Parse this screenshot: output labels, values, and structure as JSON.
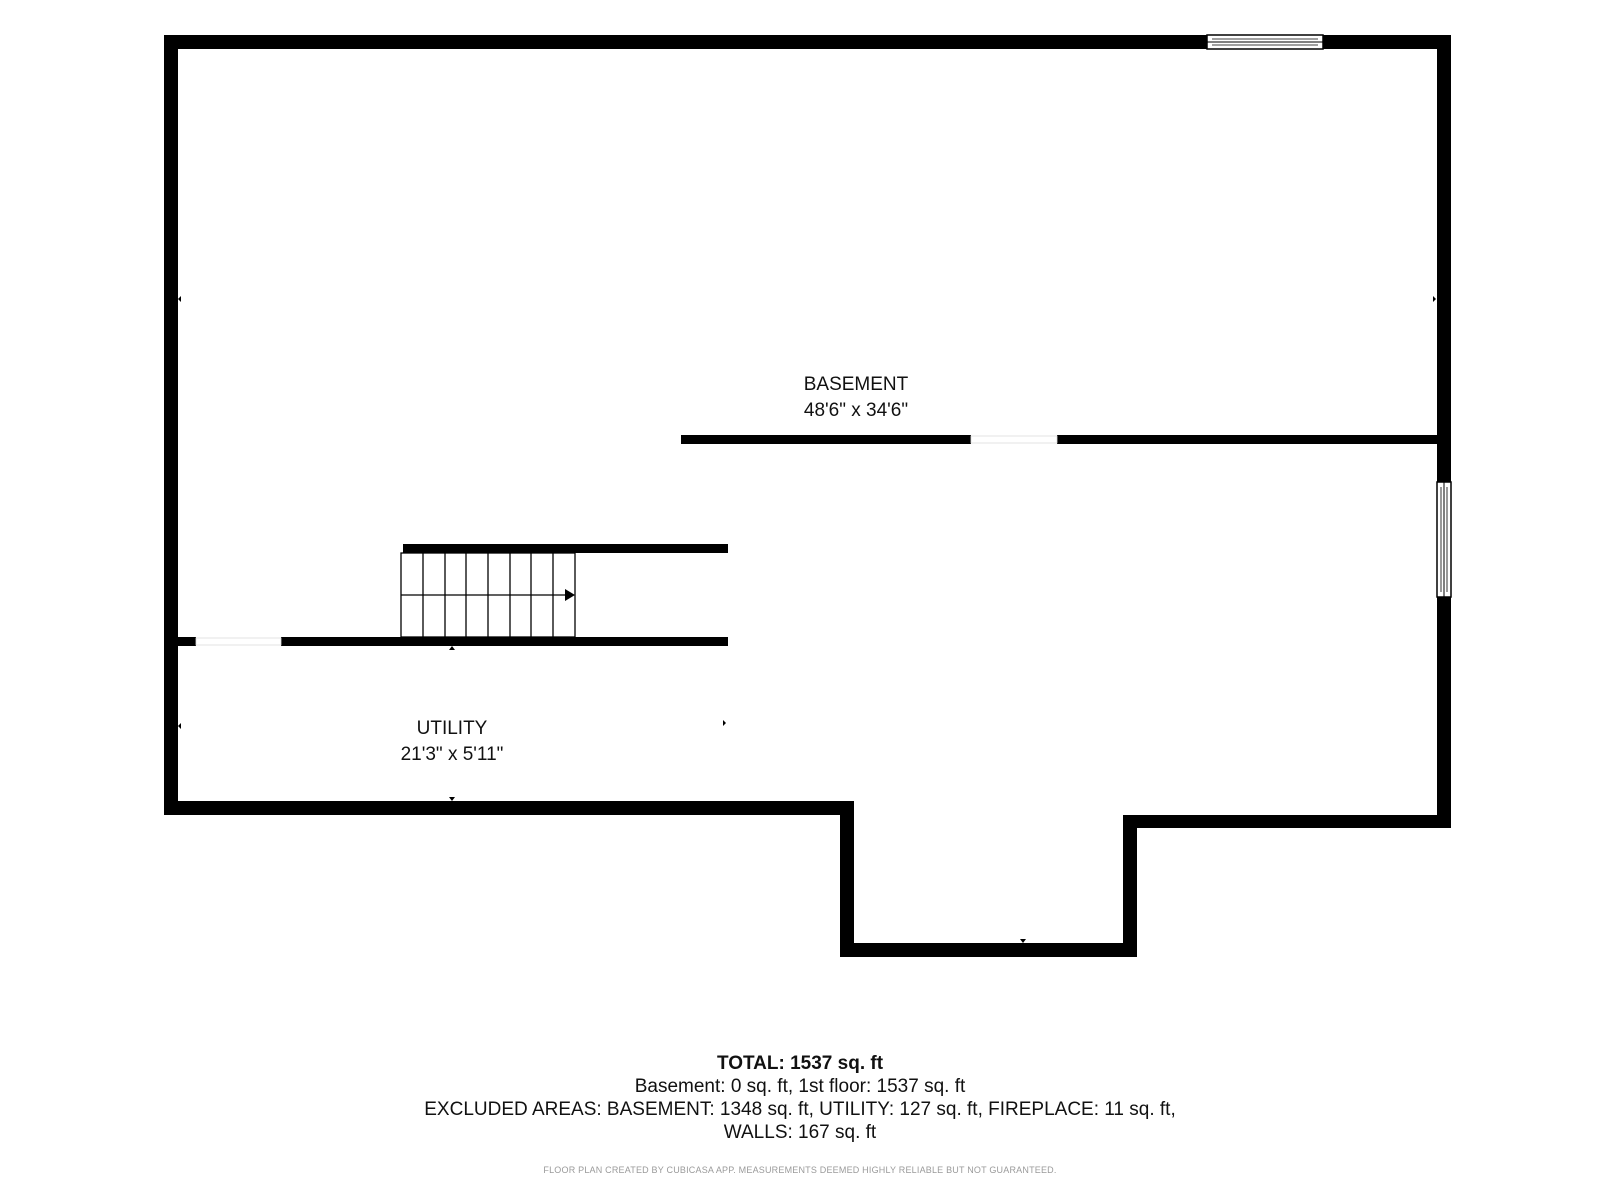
{
  "rooms": {
    "basement": {
      "name": "BASEMENT",
      "dimensions": "48'6\" x 34'6\""
    },
    "utility": {
      "name": "UTILITY",
      "dimensions": "21'3\" x 5'11\""
    }
  },
  "summary": {
    "total": "TOTAL: 1537 sq. ft",
    "line1": "Basement: 0 sq. ft, 1st floor: 1537 sq. ft",
    "line2": "EXCLUDED AREAS: BASEMENT: 1348 sq. ft, UTILITY: 127 sq. ft, FIREPLACE: 11 sq. ft,",
    "line3": "WALLS: 167 sq. ft"
  },
  "disclaimer": "FLOOR PLAN CREATED BY CUBICASA APP. MEASUREMENTS DEEMED HIGHLY RELIABLE BUT NOT GUARANTEED.",
  "colors": {
    "wall": "#000000",
    "background": "#ffffff",
    "disclaimer_text": "#9a9a9a"
  }
}
